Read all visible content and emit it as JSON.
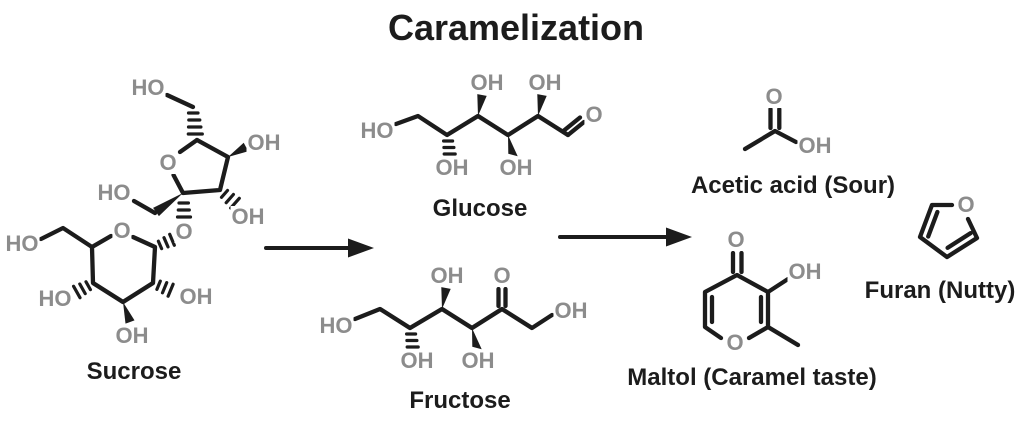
{
  "title": "Caramelization",
  "colors": {
    "background": "#ffffff",
    "bond": "#1c1c1c",
    "atom_label": "#8c8c8c",
    "text": "#1c1c1c"
  },
  "molecules": {
    "sucrose": {
      "label": "Sucrose",
      "atoms": [
        "HO",
        "OH",
        "OH",
        "HO",
        "O",
        "O",
        "O",
        "HO",
        "HO",
        "OH",
        "OH"
      ]
    },
    "glucose": {
      "label": "Glucose",
      "atoms": [
        "HO",
        "OH",
        "OH",
        "OH",
        "OH",
        "O"
      ]
    },
    "fructose": {
      "label": "Fructose",
      "atoms": [
        "HO",
        "OH",
        "O",
        "OH",
        "OH",
        "OH"
      ]
    },
    "acetic_acid": {
      "label": "Acetic acid (Sour)",
      "atoms": [
        "O",
        "OH"
      ]
    },
    "maltol": {
      "label": "Maltol (Caramel taste)",
      "atoms": [
        "O",
        "OH",
        "O"
      ]
    },
    "furan": {
      "label": "Furan (Nutty)",
      "atoms": [
        "O"
      ]
    }
  }
}
